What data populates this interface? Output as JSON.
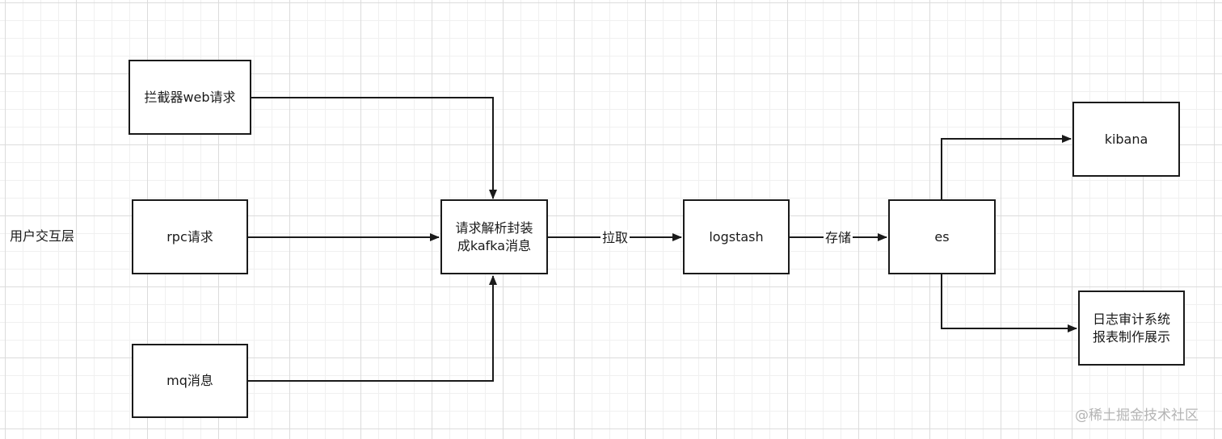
{
  "diagram": {
    "layer_label": "用户交互层",
    "nodes": {
      "web": "拦截器web请求",
      "rpc": "rpc请求",
      "mq": "mq消息",
      "parse": "请求解析封装\n成kafka消息",
      "logstash": "logstash",
      "es": "es",
      "kibana": "kibana",
      "audit": "日志审计系统\n报表制作展示"
    },
    "edges": [
      {
        "from": "web",
        "to": "parse",
        "label": ""
      },
      {
        "from": "rpc",
        "to": "parse",
        "label": ""
      },
      {
        "from": "mq",
        "to": "parse",
        "label": ""
      },
      {
        "from": "parse",
        "to": "logstash",
        "label": "拉取"
      },
      {
        "from": "logstash",
        "to": "es",
        "label": "存储"
      },
      {
        "from": "es",
        "to": "kibana",
        "label": ""
      },
      {
        "from": "es",
        "to": "audit",
        "label": ""
      }
    ],
    "edge_labels": {
      "pull": "拉取",
      "store": "存储"
    }
  },
  "watermark": "@稀土掘金技术社区",
  "colors": {
    "stroke": "#1a1a1a",
    "grid": "#dcdcdc",
    "watermark": "#b4b4b4"
  }
}
